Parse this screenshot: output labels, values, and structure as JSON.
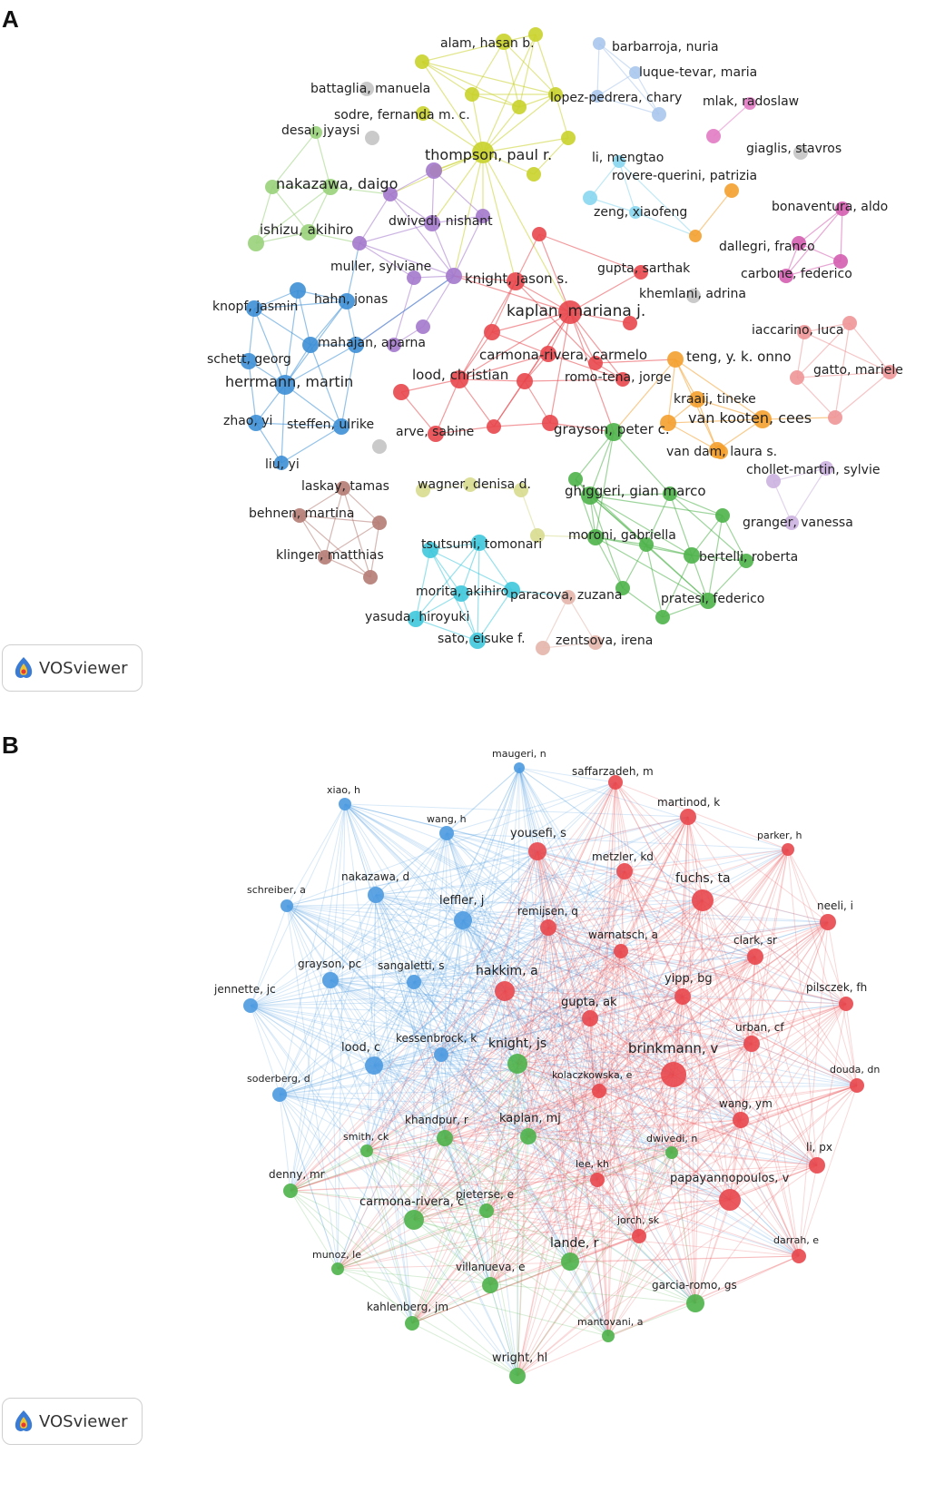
{
  "panels": [
    {
      "letter": "A",
      "badge": "VOSviewer",
      "clusters": {
        "red": "#e8474d",
        "yellow": "#c9d12b",
        "light_blue": "#a9c6ec",
        "pink": "#e27bc4",
        "gray": "#c4c4c4",
        "light_green": "#99d27a",
        "purple": "#a479cc",
        "sky": "#88d6ef",
        "orange": "#f4a02e",
        "magenta": "#d45eb0",
        "blue": "#3d8fd6",
        "salmon": "#ef9698",
        "green": "#4eb34a",
        "olive": "#d7db8e",
        "lilac": "#cbb1df",
        "brown": "#b57c74",
        "cyan": "#3fc8dc",
        "rose": "#e4b6ab"
      },
      "nodes": [
        {
          "id": "alam",
          "label": "alam, hasan b.",
          "cluster": "yellow"
        },
        {
          "id": "y2",
          "label": "",
          "cluster": "yellow"
        },
        {
          "id": "y3",
          "label": "",
          "cluster": "yellow"
        },
        {
          "id": "y4",
          "label": "",
          "cluster": "yellow"
        },
        {
          "id": "y5",
          "label": "",
          "cluster": "yellow"
        },
        {
          "id": "y6",
          "label": "",
          "cluster": "yellow"
        },
        {
          "id": "y7",
          "label": "",
          "cluster": "yellow"
        },
        {
          "id": "y8",
          "label": "",
          "cluster": "yellow"
        },
        {
          "id": "sodre",
          "label": "sodre, fernanda m. c.",
          "cluster": "yellow"
        },
        {
          "id": "thompson",
          "label": "thompson, paul r.",
          "cluster": "yellow"
        },
        {
          "id": "y9",
          "label": "",
          "cluster": "yellow"
        },
        {
          "id": "barbarroja",
          "label": "barbarroja, nuria",
          "cluster": "light_blue"
        },
        {
          "id": "luque",
          "label": "luque-tevar, maria",
          "cluster": "light_blue"
        },
        {
          "id": "lopez",
          "label": "lopez-pedrera, chary",
          "cluster": "light_blue"
        },
        {
          "id": "lb1",
          "label": "",
          "cluster": "light_blue"
        },
        {
          "id": "mlak",
          "label": "mlak, radoslaw",
          "cluster": "pink"
        },
        {
          "id": "pk1",
          "label": "",
          "cluster": "pink"
        },
        {
          "id": "battaglia",
          "label": "battaglia, manuela",
          "cluster": "gray"
        },
        {
          "id": "g2",
          "label": "",
          "cluster": "gray"
        },
        {
          "id": "giaglis",
          "label": "giaglis, stavros",
          "cluster": "gray"
        },
        {
          "id": "khemlani",
          "label": "khemlani, adrina",
          "cluster": "gray"
        },
        {
          "id": "g5",
          "label": "",
          "cluster": "gray"
        },
        {
          "id": "desai",
          "label": "desai, jyaysi",
          "cluster": "light_green"
        },
        {
          "id": "nakazawa",
          "label": "nakazawa, daigo",
          "cluster": "light_green"
        },
        {
          "id": "lg3",
          "label": "",
          "cluster": "light_green"
        },
        {
          "id": "ishizu",
          "label": "ishizu, akihiro",
          "cluster": "light_green"
        },
        {
          "id": "lg5",
          "label": "",
          "cluster": "light_green"
        },
        {
          "id": "p1",
          "label": "",
          "cluster": "purple"
        },
        {
          "id": "p2",
          "label": "",
          "cluster": "purple"
        },
        {
          "id": "dwivedi",
          "label": "dwivedi, nishant",
          "cluster": "purple"
        },
        {
          "id": "p4",
          "label": "",
          "cluster": "purple"
        },
        {
          "id": "p5",
          "label": "",
          "cluster": "purple"
        },
        {
          "id": "p6",
          "label": "",
          "cluster": "purple"
        },
        {
          "id": "muller",
          "label": "muller, sylviane",
          "cluster": "purple"
        },
        {
          "id": "p8",
          "label": "",
          "cluster": "purple"
        },
        {
          "id": "p9",
          "label": "",
          "cluster": "purple"
        },
        {
          "id": "li_m",
          "label": "li, mengtao",
          "cluster": "sky"
        },
        {
          "id": "zeng",
          "label": "zeng, xiaofeng",
          "cluster": "sky"
        },
        {
          "id": "sk3",
          "label": "",
          "cluster": "sky"
        },
        {
          "id": "rovere",
          "label": "rovere-querini, patrizia",
          "cluster": "orange"
        },
        {
          "id": "or2",
          "label": "",
          "cluster": "orange"
        },
        {
          "id": "bonaventura",
          "label": "bonaventura, aldo",
          "cluster": "magenta"
        },
        {
          "id": "dallegri",
          "label": "dallegri, franco",
          "cluster": "magenta"
        },
        {
          "id": "carbone",
          "label": "carbone, federico",
          "cluster": "magenta"
        },
        {
          "id": "mg4",
          "label": "",
          "cluster": "magenta"
        },
        {
          "id": "r1",
          "label": "",
          "cluster": "red"
        },
        {
          "id": "gupta_s",
          "label": "gupta, sarthak",
          "cluster": "red"
        },
        {
          "id": "knight",
          "label": "knight, jason s.",
          "cluster": "red"
        },
        {
          "id": "kaplan",
          "label": "kaplan, mariana j.",
          "cluster": "red"
        },
        {
          "id": "r5",
          "label": "",
          "cluster": "red"
        },
        {
          "id": "r6",
          "label": "",
          "cluster": "red"
        },
        {
          "id": "carmona",
          "label": "carmona-rivera, carmelo",
          "cluster": "red"
        },
        {
          "id": "lood",
          "label": "lood, christian",
          "cluster": "red"
        },
        {
          "id": "r9",
          "label": "",
          "cluster": "red"
        },
        {
          "id": "romo",
          "label": "romo-tena, jorge",
          "cluster": "red"
        },
        {
          "id": "r11",
          "label": "",
          "cluster": "red"
        },
        {
          "id": "arve",
          "label": "arve, sabine",
          "cluster": "red"
        },
        {
          "id": "r13",
          "label": "",
          "cluster": "red"
        },
        {
          "id": "r14",
          "label": "",
          "cluster": "red"
        },
        {
          "id": "r15",
          "label": "",
          "cluster": "red"
        },
        {
          "id": "knopf",
          "label": "knopf, jasmin",
          "cluster": "blue"
        },
        {
          "id": "b2",
          "label": "",
          "cluster": "blue"
        },
        {
          "id": "hahn",
          "label": "hahn, jonas",
          "cluster": "blue"
        },
        {
          "id": "mahajan",
          "label": "mahajan, aparna",
          "cluster": "blue"
        },
        {
          "id": "b5",
          "label": "",
          "cluster": "blue"
        },
        {
          "id": "schett",
          "label": "schett, georg",
          "cluster": "blue"
        },
        {
          "id": "herrmann",
          "label": "herrmann, martin",
          "cluster": "blue"
        },
        {
          "id": "zhao",
          "label": "zhao, yi",
          "cluster": "blue"
        },
        {
          "id": "steffen",
          "label": "steffen, ulrike",
          "cluster": "blue"
        },
        {
          "id": "liu",
          "label": "liu, yi",
          "cluster": "blue"
        },
        {
          "id": "iaccarino",
          "label": "iaccarino, luca",
          "cluster": "salmon"
        },
        {
          "id": "sa2",
          "label": "",
          "cluster": "salmon"
        },
        {
          "id": "gatto",
          "label": "gatto, mariele",
          "cluster": "salmon"
        },
        {
          "id": "sa4",
          "label": "",
          "cluster": "salmon"
        },
        {
          "id": "sa5",
          "label": "",
          "cluster": "salmon"
        },
        {
          "id": "teng",
          "label": "teng, y. k. onno",
          "cluster": "orange"
        },
        {
          "id": "kraaij",
          "label": "kraaij, tineke",
          "cluster": "orange"
        },
        {
          "id": "vankooten",
          "label": "van kooten, cees",
          "cluster": "orange"
        },
        {
          "id": "or6",
          "label": "",
          "cluster": "orange"
        },
        {
          "id": "or7",
          "label": "",
          "cluster": "orange"
        },
        {
          "id": "vandam",
          "label": "van dam, laura s.",
          "cluster": "orange"
        },
        {
          "id": "grayson",
          "label": "grayson, peter c.",
          "cluster": "green"
        },
        {
          "id": "ghiggeri",
          "label": "ghiggeri, gian marco",
          "cluster": "green"
        },
        {
          "id": "gr3",
          "label": "",
          "cluster": "green"
        },
        {
          "id": "gr4",
          "label": "",
          "cluster": "green"
        },
        {
          "id": "gr5",
          "label": "",
          "cluster": "green"
        },
        {
          "id": "moroni",
          "label": "moroni, gabriella",
          "cluster": "green"
        },
        {
          "id": "gr7",
          "label": "",
          "cluster": "green"
        },
        {
          "id": "bertelli",
          "label": "bertelli, roberta",
          "cluster": "green"
        },
        {
          "id": "gr9",
          "label": "",
          "cluster": "green"
        },
        {
          "id": "pratesi",
          "label": "pratesi, federico",
          "cluster": "green"
        },
        {
          "id": "gr11",
          "label": "",
          "cluster": "green"
        },
        {
          "id": "gr12",
          "label": "",
          "cluster": "green"
        },
        {
          "id": "wagner",
          "label": "wagner, denisa d.",
          "cluster": "olive"
        },
        {
          "id": "ol2",
          "label": "",
          "cluster": "olive"
        },
        {
          "id": "ol3",
          "label": "",
          "cluster": "olive"
        },
        {
          "id": "ol4",
          "label": "",
          "cluster": "olive"
        },
        {
          "id": "chollet",
          "label": "chollet-martin, sylvie",
          "cluster": "lilac"
        },
        {
          "id": "granger",
          "label": "granger, vanessa",
          "cluster": "lilac"
        },
        {
          "id": "li1",
          "label": "",
          "cluster": "lilac"
        },
        {
          "id": "laskay",
          "label": "laskay, tamas",
          "cluster": "brown"
        },
        {
          "id": "behnen",
          "label": "behnen, martina",
          "cluster": "brown"
        },
        {
          "id": "br3",
          "label": "",
          "cluster": "brown"
        },
        {
          "id": "klinger",
          "label": "klinger, matthias",
          "cluster": "brown"
        },
        {
          "id": "br5",
          "label": "",
          "cluster": "brown"
        },
        {
          "id": "tsutsumi",
          "label": "tsutsumi, tomonari",
          "cluster": "cyan"
        },
        {
          "id": "cy2",
          "label": "",
          "cluster": "cyan"
        },
        {
          "id": "morita",
          "label": "morita, akihiro",
          "cluster": "cyan"
        },
        {
          "id": "yasuda",
          "label": "yasuda, hiroyuki",
          "cluster": "cyan"
        },
        {
          "id": "sato",
          "label": "sato, eisuke f.",
          "cluster": "cyan"
        },
        {
          "id": "cy6",
          "label": "",
          "cluster": "cyan"
        },
        {
          "id": "paracova",
          "label": "paracova, zuzana",
          "cluster": "rose"
        },
        {
          "id": "ro2",
          "label": "",
          "cluster": "rose"
        },
        {
          "id": "zentsova",
          "label": "zentsova, irena",
          "cluster": "rose"
        }
      ]
    },
    {
      "letter": "B",
      "badge": "VOSviewer",
      "clusters": {
        "blue": "#4d9ae0",
        "red": "#e8474d",
        "green": "#4eb34a"
      },
      "nodes": [
        {
          "id": "maugeri",
          "label": "maugeri, n",
          "cluster": "blue"
        },
        {
          "id": "xiao",
          "label": "xiao, h",
          "cluster": "blue"
        },
        {
          "id": "wang_h",
          "label": "wang, h",
          "cluster": "blue"
        },
        {
          "id": "schreiber",
          "label": "schreiber, a",
          "cluster": "blue"
        },
        {
          "id": "nakazawa_d",
          "label": "nakazawa, d",
          "cluster": "blue"
        },
        {
          "id": "leffler",
          "label": "leffler, j",
          "cluster": "blue"
        },
        {
          "id": "grayson_pc",
          "label": "grayson, pc",
          "cluster": "blue"
        },
        {
          "id": "sangaletti",
          "label": "sangaletti, s",
          "cluster": "blue"
        },
        {
          "id": "jennette",
          "label": "jennette, jc",
          "cluster": "blue"
        },
        {
          "id": "lood_c",
          "label": "lood, c",
          "cluster": "blue"
        },
        {
          "id": "kessenbrock",
          "label": "kessenbrock, k",
          "cluster": "blue"
        },
        {
          "id": "soderberg",
          "label": "soderberg, d",
          "cluster": "blue"
        },
        {
          "id": "saffarzadeh",
          "label": "saffarzadeh, m",
          "cluster": "red"
        },
        {
          "id": "martinod",
          "label": "martinod, k",
          "cluster": "red"
        },
        {
          "id": "parker",
          "label": "parker, h",
          "cluster": "red"
        },
        {
          "id": "yousefi",
          "label": "yousefi, s",
          "cluster": "red"
        },
        {
          "id": "metzler",
          "label": "metzler, kd",
          "cluster": "red"
        },
        {
          "id": "fuchs",
          "label": "fuchs, ta",
          "cluster": "red"
        },
        {
          "id": "neeli",
          "label": "neeli, i",
          "cluster": "red"
        },
        {
          "id": "remijsen",
          "label": "remijsen, q",
          "cluster": "red"
        },
        {
          "id": "warnatsch",
          "label": "warnatsch, a",
          "cluster": "red"
        },
        {
          "id": "clark",
          "label": "clark, sr",
          "cluster": "red"
        },
        {
          "id": "hakkim",
          "label": "hakkim, a",
          "cluster": "red"
        },
        {
          "id": "yipp",
          "label": "yipp, bg",
          "cluster": "red"
        },
        {
          "id": "pilsczek",
          "label": "pilsczek, fh",
          "cluster": "red"
        },
        {
          "id": "gupta_ak",
          "label": "gupta, ak",
          "cluster": "red"
        },
        {
          "id": "urban",
          "label": "urban, cf",
          "cluster": "red"
        },
        {
          "id": "brinkmann",
          "label": "brinkmann, v",
          "cluster": "red"
        },
        {
          "id": "douda",
          "label": "douda, dn",
          "cluster": "red"
        },
        {
          "id": "kolaczkowska",
          "label": "kolaczkowska, e",
          "cluster": "red"
        },
        {
          "id": "wang_ym",
          "label": "wang, ym",
          "cluster": "red"
        },
        {
          "id": "li_px",
          "label": "li, px",
          "cluster": "red"
        },
        {
          "id": "lee_kh",
          "label": "lee, kh",
          "cluster": "red"
        },
        {
          "id": "papayannopoulos",
          "label": "papayannopoulos, v",
          "cluster": "red"
        },
        {
          "id": "jorch",
          "label": "jorch, sk",
          "cluster": "red"
        },
        {
          "id": "darrah",
          "label": "darrah, e",
          "cluster": "red"
        },
        {
          "id": "knight_js",
          "label": "knight, js",
          "cluster": "green"
        },
        {
          "id": "khandpur",
          "label": "khandpur, r",
          "cluster": "green"
        },
        {
          "id": "kaplan_mj",
          "label": "kaplan, mj",
          "cluster": "green"
        },
        {
          "id": "smith",
          "label": "smith, ck",
          "cluster": "green"
        },
        {
          "id": "dwivedi_n",
          "label": "dwivedi, n",
          "cluster": "green"
        },
        {
          "id": "denny",
          "label": "denny, mr",
          "cluster": "green"
        },
        {
          "id": "carmona_c",
          "label": "carmona-rivera, c",
          "cluster": "green"
        },
        {
          "id": "pieterse",
          "label": "pieterse, e",
          "cluster": "green"
        },
        {
          "id": "lande",
          "label": "lande, r",
          "cluster": "green"
        },
        {
          "id": "munoz",
          "label": "munoz, le",
          "cluster": "green"
        },
        {
          "id": "villanueva",
          "label": "villanueva, e",
          "cluster": "green"
        },
        {
          "id": "garcia",
          "label": "garcia-romo, gs",
          "cluster": "green"
        },
        {
          "id": "kahlenberg",
          "label": "kahlenberg, jm",
          "cluster": "green"
        },
        {
          "id": "mantovani",
          "label": "mantovani, a",
          "cluster": "green"
        },
        {
          "id": "wright",
          "label": "wright, hl",
          "cluster": "green"
        }
      ]
    }
  ]
}
